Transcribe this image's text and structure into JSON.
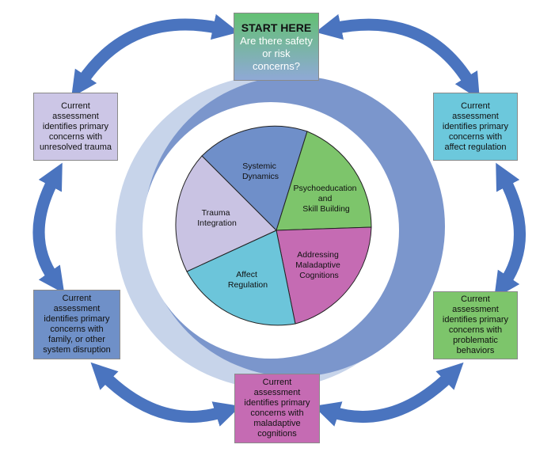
{
  "start": {
    "title": "START HERE",
    "question_lines": [
      "Are there safety",
      "or risk",
      "concerns?"
    ]
  },
  "boxes": {
    "trauma": {
      "lines": [
        "Current",
        "assessment",
        "identifies primary",
        "concerns with",
        "unresolved trauma"
      ]
    },
    "affect": {
      "lines": [
        "Current",
        "assessment",
        "identifies primary",
        "concerns with",
        "affect regulation"
      ]
    },
    "family": {
      "lines": [
        "Current",
        "assessment",
        "identifies primary",
        "concerns with",
        "family, or other",
        "system disruption"
      ]
    },
    "behaviors": {
      "lines": [
        "Current",
        "assessment",
        "identifies primary",
        "concerns with",
        "problematic",
        "behaviors"
      ]
    },
    "cognitions": {
      "lines": [
        "Current",
        "assessment",
        "identifies primary",
        "concerns with",
        "maladaptive",
        "cognitions"
      ]
    }
  },
  "pie": {
    "slices": [
      {
        "id": "systemic",
        "lines": [
          "Systemic",
          "Dynamics"
        ],
        "color": "#6f8fc9"
      },
      {
        "id": "psychoed",
        "lines": [
          "Psychoeducation",
          "and",
          "Skill Building"
        ],
        "color": "#7dc56b"
      },
      {
        "id": "maladaptive",
        "lines": [
          "Addressing",
          "Maladaptive",
          "Cognitions"
        ],
        "color": "#c56bb3"
      },
      {
        "id": "affect",
        "lines": [
          "Affect",
          "Regulation"
        ],
        "color": "#6cc5da"
      },
      {
        "id": "trauma",
        "lines": [
          "Trauma",
          "Integration"
        ],
        "color": "#c9c3e3"
      }
    ]
  },
  "colors": {
    "arrow": "#4a74bf",
    "ring_light": "#c7d4ea",
    "ring_dark": "#7b96cc",
    "start_gradient_top": "#63c073",
    "start_gradient_bottom": "#8fa9d6",
    "trauma_box": "#ccc6e6",
    "affect_box": "#6cc8dc",
    "family_box": "#6f90c8",
    "behaviors_box": "#7dc56b",
    "cognitions_box": "#c56bb3",
    "pie_stroke": "#222222"
  }
}
